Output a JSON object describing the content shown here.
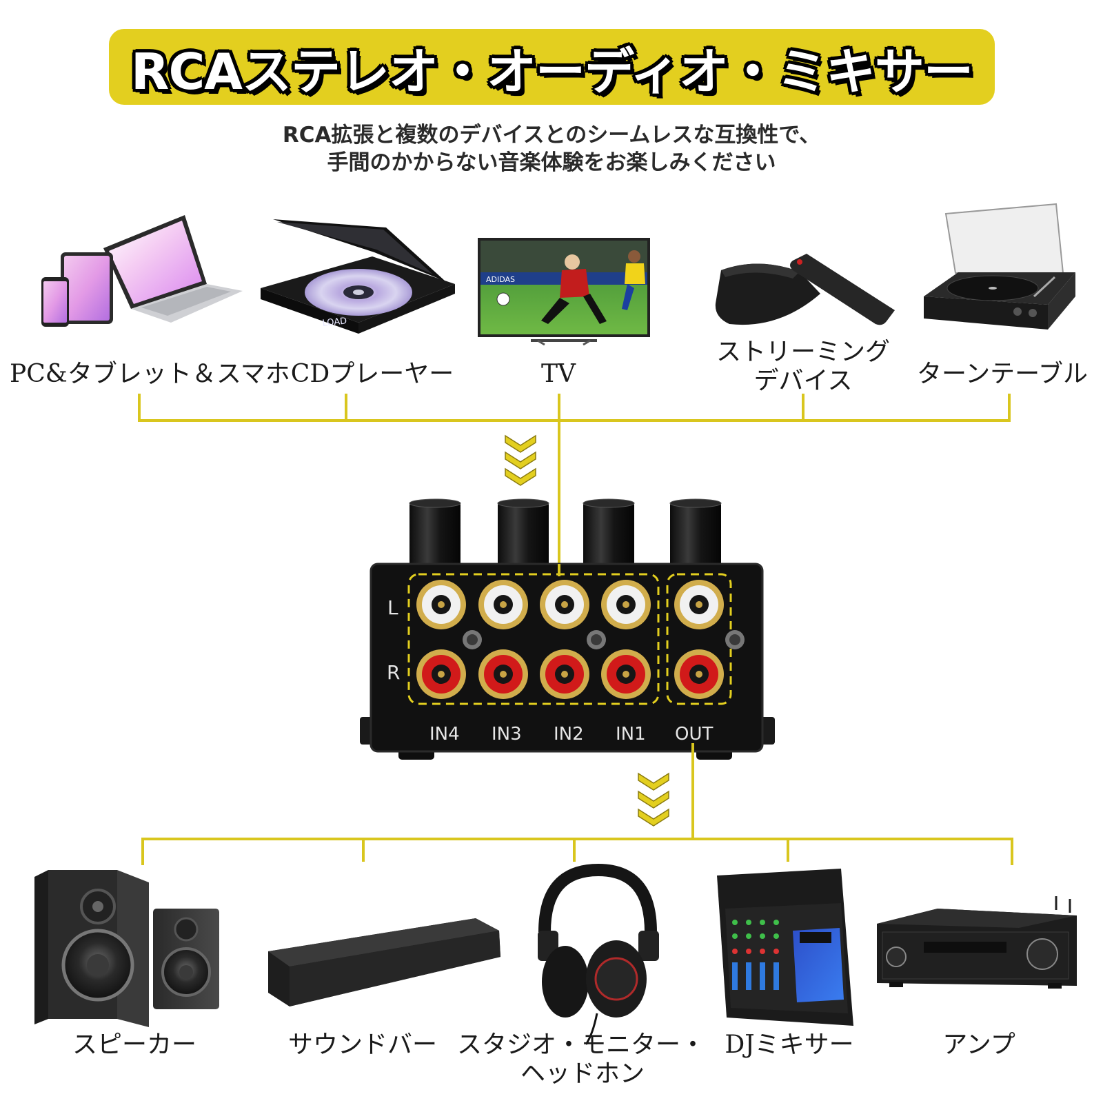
{
  "title": "RCAステレオ・オーディオ・ミキサー",
  "subtitle": {
    "line1": "RCA拡張と複数のデバイスとのシームレスな互換性で、",
    "line2": "手間のかからない音楽体験をお楽しみください"
  },
  "inputs": {
    "pc": "PC&タブレット＆スマホ",
    "cd": "CDプレーヤー",
    "tv": "TV",
    "streaming_1": "ストリーミング",
    "streaming_2": "デバイス",
    "turntable": "ターンテーブル"
  },
  "device": {
    "row_l": "L",
    "row_r": "R",
    "ports": [
      "IN4",
      "IN3",
      "IN2",
      "IN1",
      "OUT"
    ],
    "cd_display": "LOAD",
    "tv_brand": "ADIDAS"
  },
  "outputs": {
    "speaker": "スピーカー",
    "soundbar": "サウンドバー",
    "headphones_1": "スタジオ・モニター・",
    "headphones_2": "ヘッドホン",
    "dj_mixer": "DJミキサー",
    "amp": "アンプ"
  },
  "colors": {
    "accent": "#e3cf1f",
    "line": "#d9c61e",
    "device_body": "#111111",
    "rca_left": "#f2f2f2",
    "rca_right": "#d11a1a",
    "gold": "#c9a545"
  }
}
